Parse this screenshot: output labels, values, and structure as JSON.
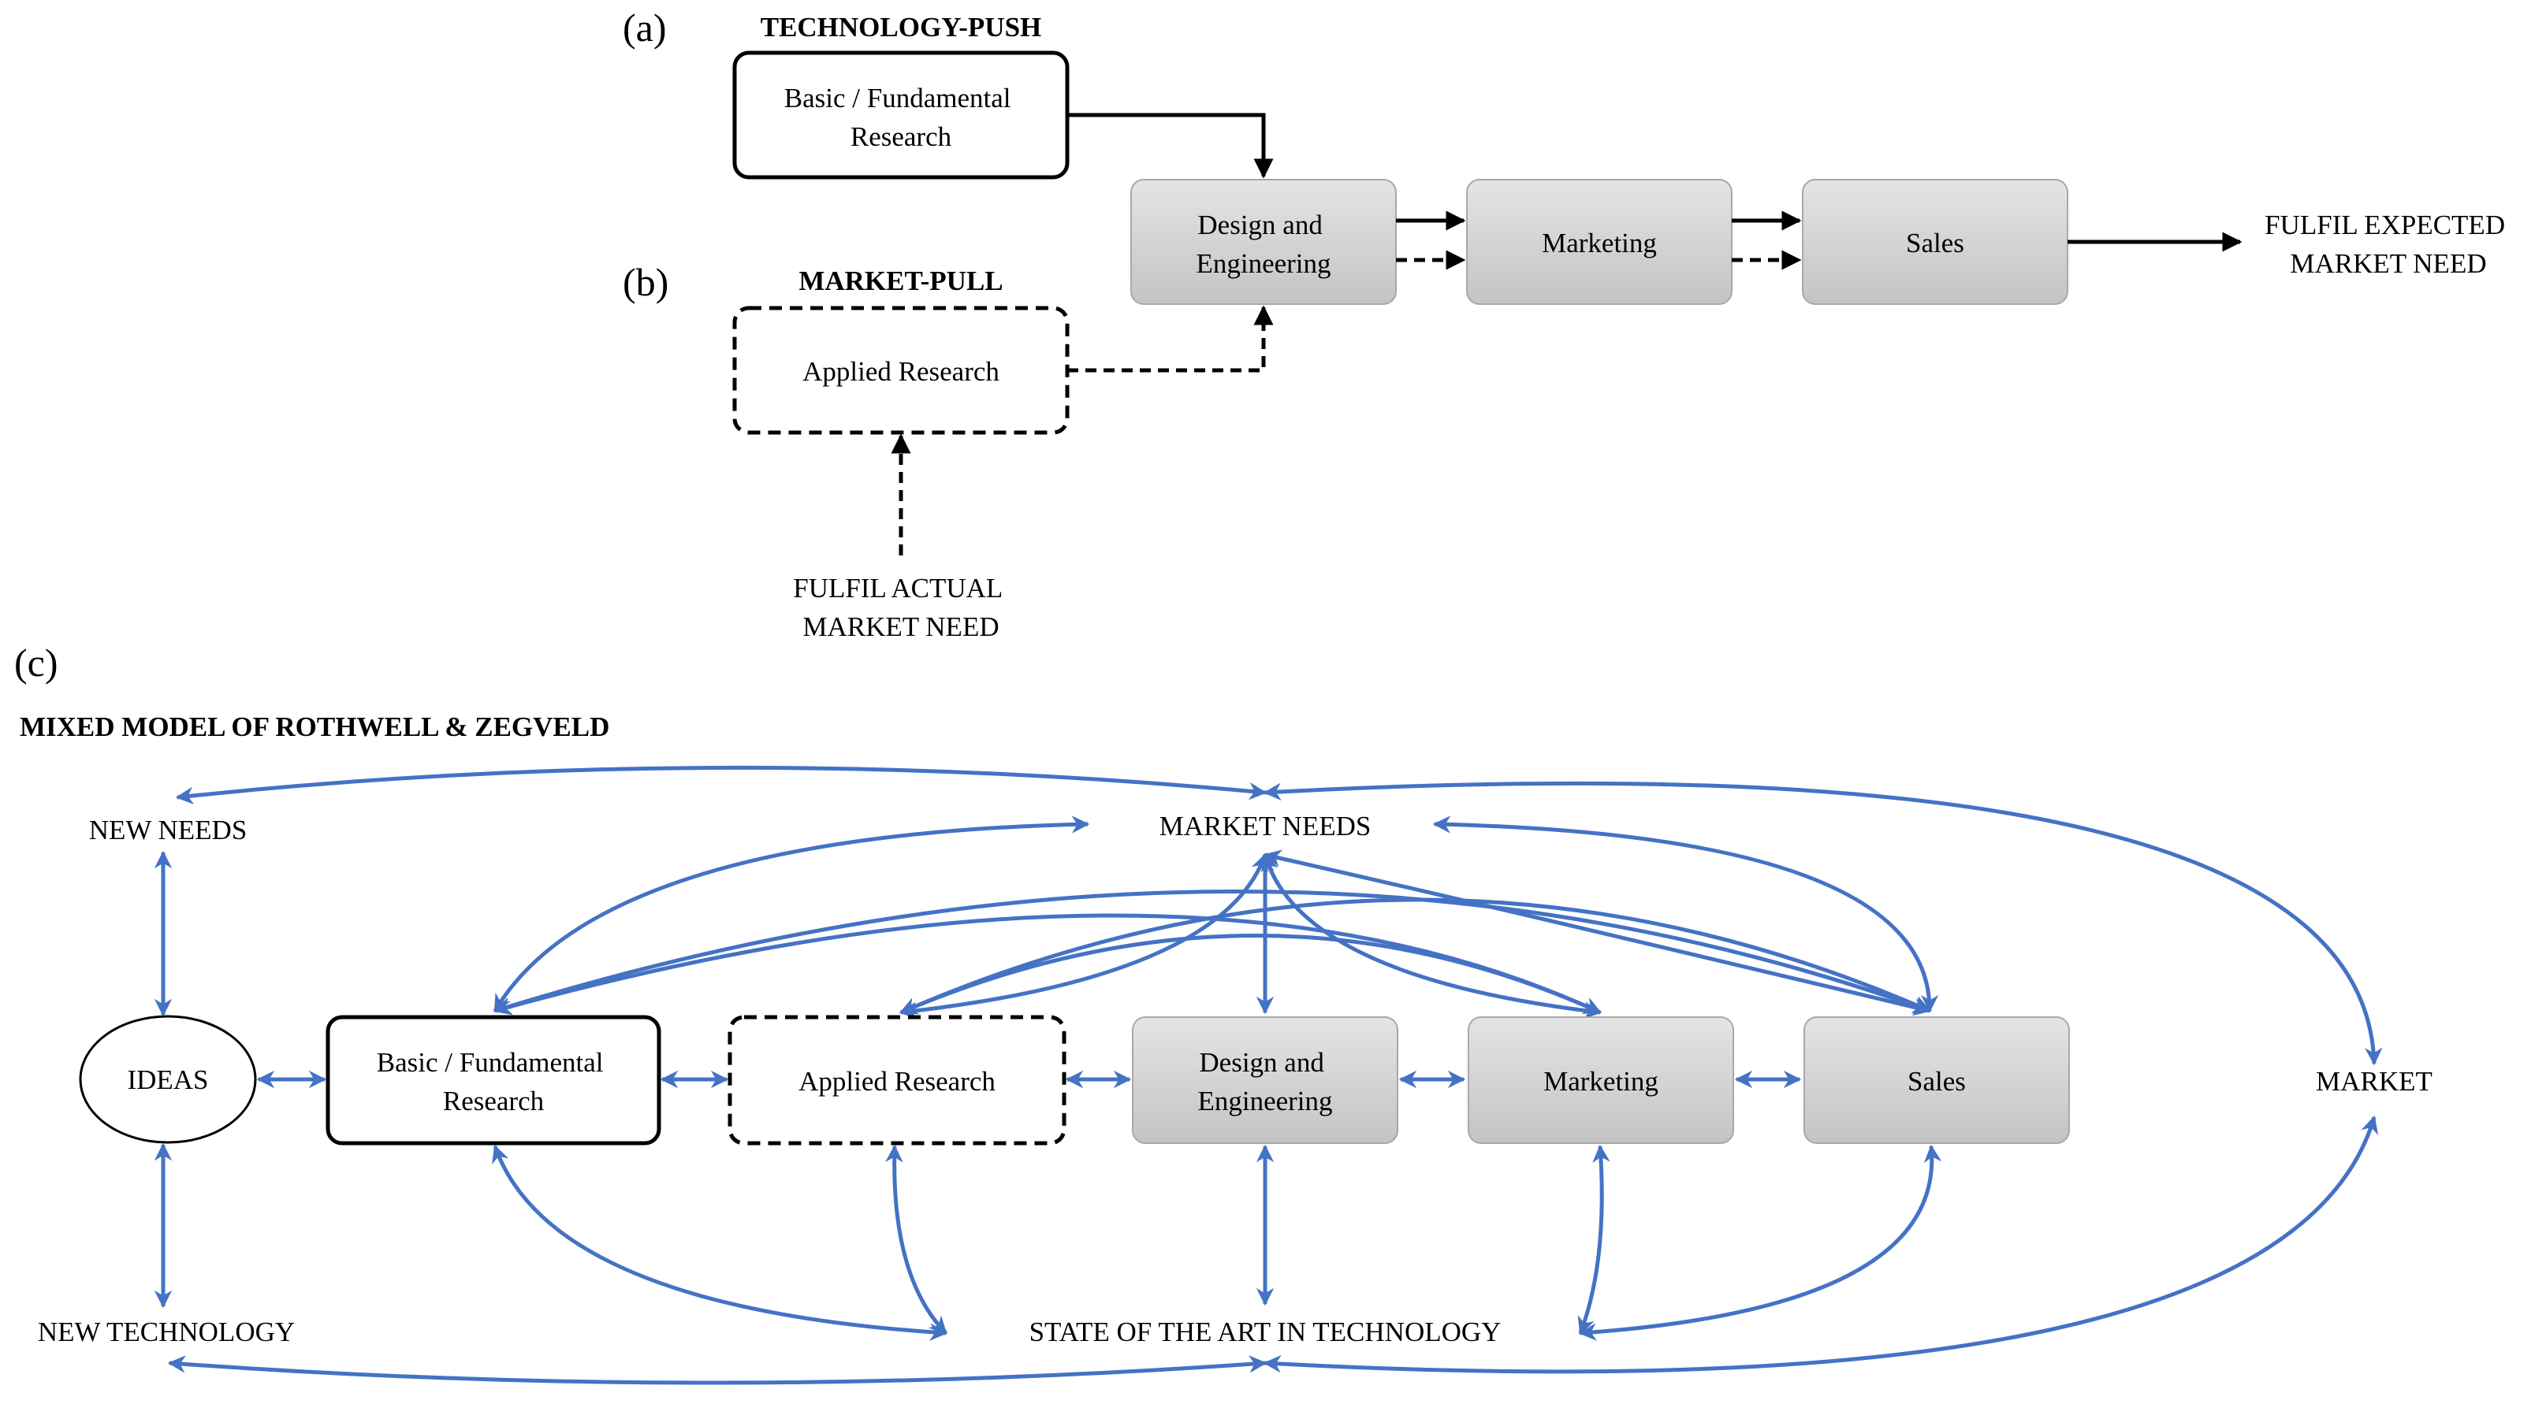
{
  "panel_a": {
    "label": "(a)",
    "title": "TECHNOLOGY-PUSH",
    "basic_research": [
      "Basic / Fundamental",
      "Research"
    ],
    "design": [
      "Design and",
      "Engineering"
    ],
    "marketing": "Marketing",
    "sales": "Sales",
    "outcome": [
      "FULFIL EXPECTED",
      "MARKET NEED"
    ]
  },
  "panel_b": {
    "label": "(b)",
    "title": "MARKET-PULL",
    "applied_research": "Applied Research",
    "origin": [
      "FULFIL ACTUAL",
      "MARKET NEED"
    ]
  },
  "panel_c": {
    "label": "(c)",
    "title": "MIXED MODEL OF ROTHWELL & ZEGVELD",
    "new_needs": "NEW NEEDS",
    "market_needs": "MARKET NEEDS",
    "ideas": "IDEAS",
    "basic_research": [
      "Basic / Fundamental",
      "Research"
    ],
    "applied_research": "Applied Research",
    "design": [
      "Design and",
      "Engineering"
    ],
    "marketing": "Marketing",
    "sales": "Sales",
    "market": "MARKET",
    "new_technology": "NEW TECHNOLOGY",
    "state_of_art": "STATE OF THE ART IN TECHNOLOGY"
  },
  "colors": {
    "arrow_blue": "#4472c4",
    "box_gray_top": "#e4e4e4",
    "box_gray_bottom": "#c4c4c4",
    "box_gray_border": "#a8a8a8",
    "ink": "#000000"
  }
}
